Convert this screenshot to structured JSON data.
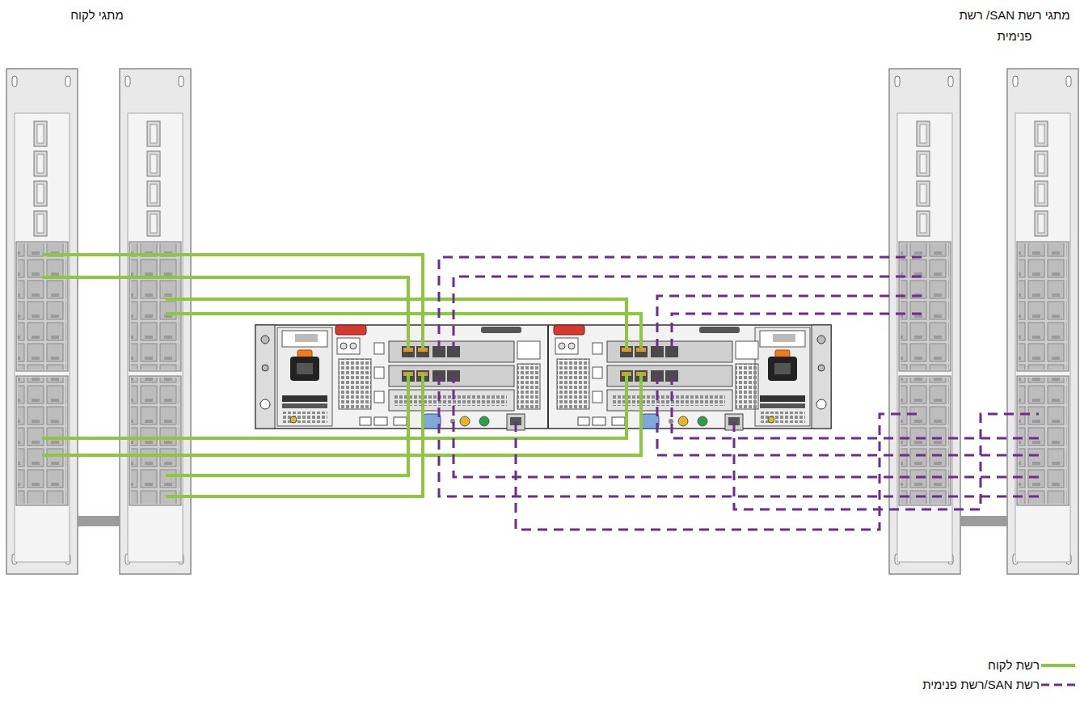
{
  "diagram": {
    "labels": [
      "מתגי לקוח",
      "מתגי רשת SAN/ רשת פנימית"
    ],
    "legend": [
      {
        "text": "רשת לקוח"
      },
      {
        "text": "רשת SAN/רשת פנימית"
      }
    ]
  }
}
